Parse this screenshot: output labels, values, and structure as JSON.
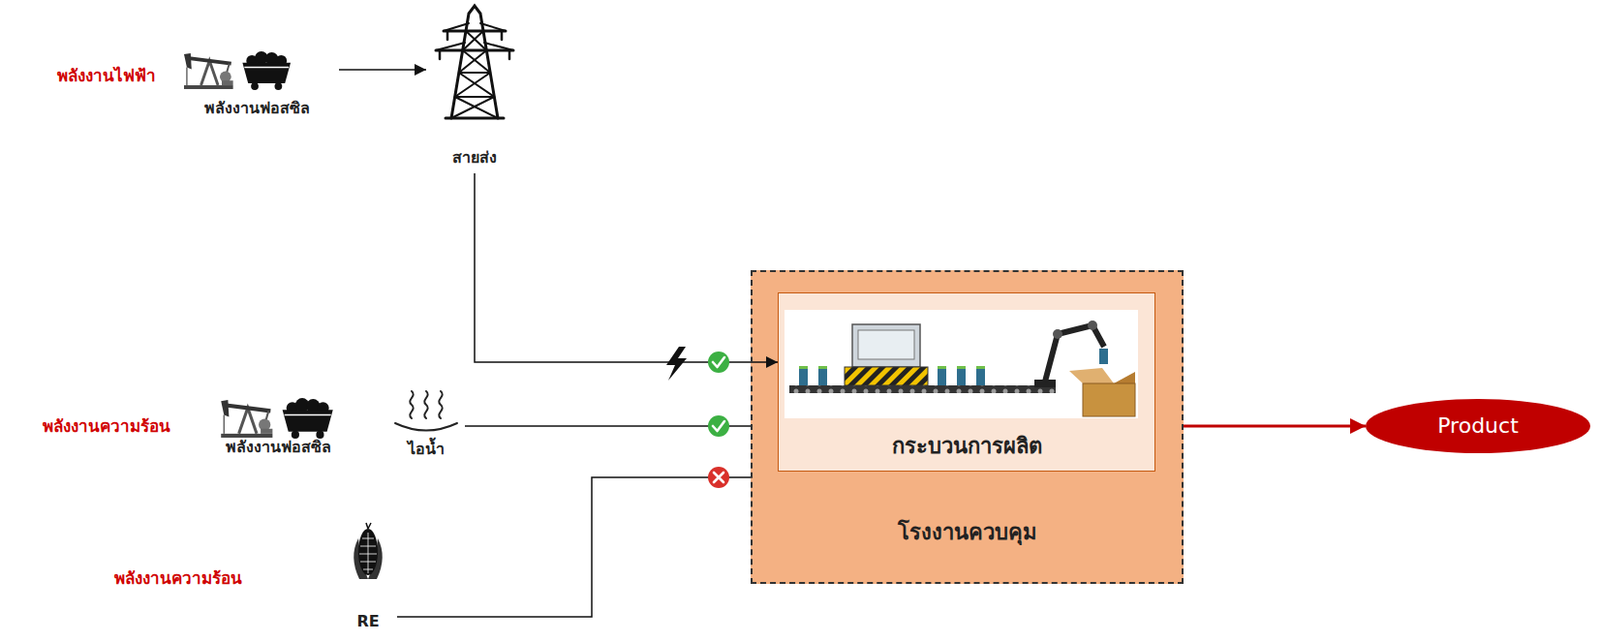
{
  "diagram": {
    "nodes": [
      {
        "text": [
          "พลังงานฟอสซิล"
        ]
      },
      {
        "text": [
          "สายส่ง"
        ]
      },
      {
        "text": [
          "โรงงานควบคุม"
        ]
      },
      {
        "text": [
          "กระบวนการผลิต"
        ],
        "in": 2
      },
      {
        "text": [
          "Product"
        ]
      },
      {
        "text": [
          "พลังงานฟอสซิล"
        ]
      },
      {
        "text": [
          "ไอน้ำ"
        ]
      },
      {
        "text": [
          "RE"
        ]
      }
    ],
    "edges": [
      {
        "from": 0,
        "to": 1,
        "arrow": "to"
      },
      {
        "from": 1,
        "to": 3,
        "arrow": "to"
      },
      {
        "from": 6,
        "to": 2,
        "arrow": "none"
      },
      {
        "from": 7,
        "to": 2,
        "arrow": "none"
      },
      {
        "from": 2,
        "to": 4,
        "arrow": "to"
      }
    ],
    "labels": [
      "พลังงานไฟฟ้า",
      "พลังงานความร้อน",
      "พลังงานความร้อน"
    ]
  }
}
